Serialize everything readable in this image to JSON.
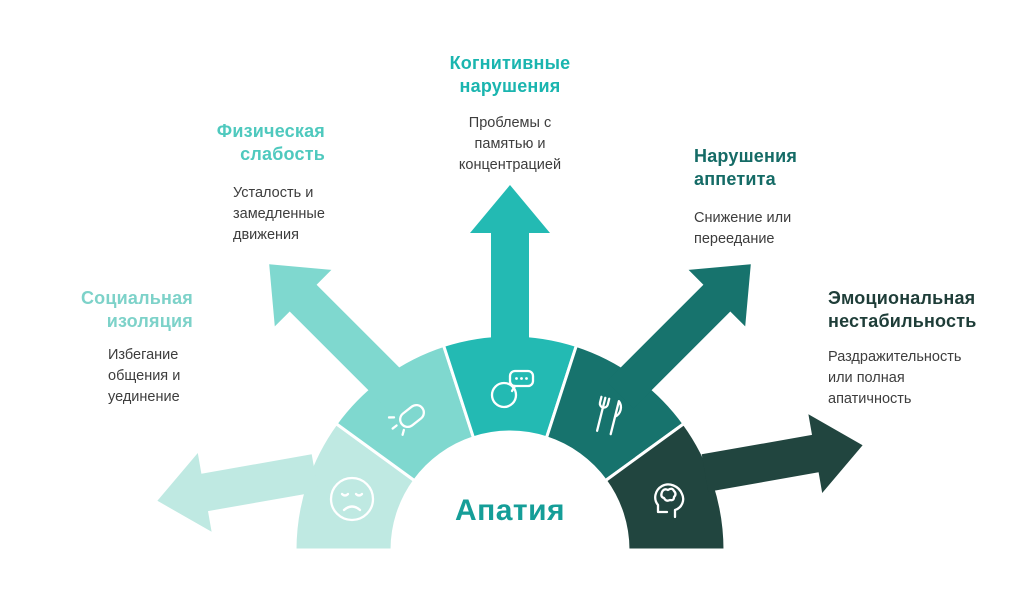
{
  "background": "#ffffff",
  "text_color": "#3d3d3d",
  "icon_color": "#ffffff",
  "center": {
    "label": "Апатия",
    "color": "#159e98"
  },
  "items": [
    {
      "id": "social-isolation",
      "title": "Социальная изоляция",
      "description": "Избегание общения и уединение",
      "color": "#bfe9e2",
      "title_color": "#7dd2c9",
      "icon": "sad-face"
    },
    {
      "id": "physical-weakness",
      "title": "Физическая слабость",
      "description": "Усталость и замедленные движения",
      "color": "#7fd8cf",
      "title_color": "#4fc9be",
      "icon": "weakness"
    },
    {
      "id": "cognitive-impairment",
      "title": "Когнитивные нарушения",
      "description": "Проблемы с памятью и концентрацией",
      "color": "#23bab3",
      "title_color": "#1ab5af",
      "icon": "head-speech-bubble"
    },
    {
      "id": "appetite-disorders",
      "title": "Нарушения аппетита",
      "description": "Снижение или переедание",
      "color": "#17736d",
      "title_color": "#156b66",
      "icon": "fork-knife"
    },
    {
      "id": "emotional-instability",
      "title": "Эмоциональная нестабильность",
      "description": "Раздражительность или полная апатичность",
      "color": "#21453f",
      "title_color": "#1e3d38",
      "icon": "head-brain"
    }
  ]
}
